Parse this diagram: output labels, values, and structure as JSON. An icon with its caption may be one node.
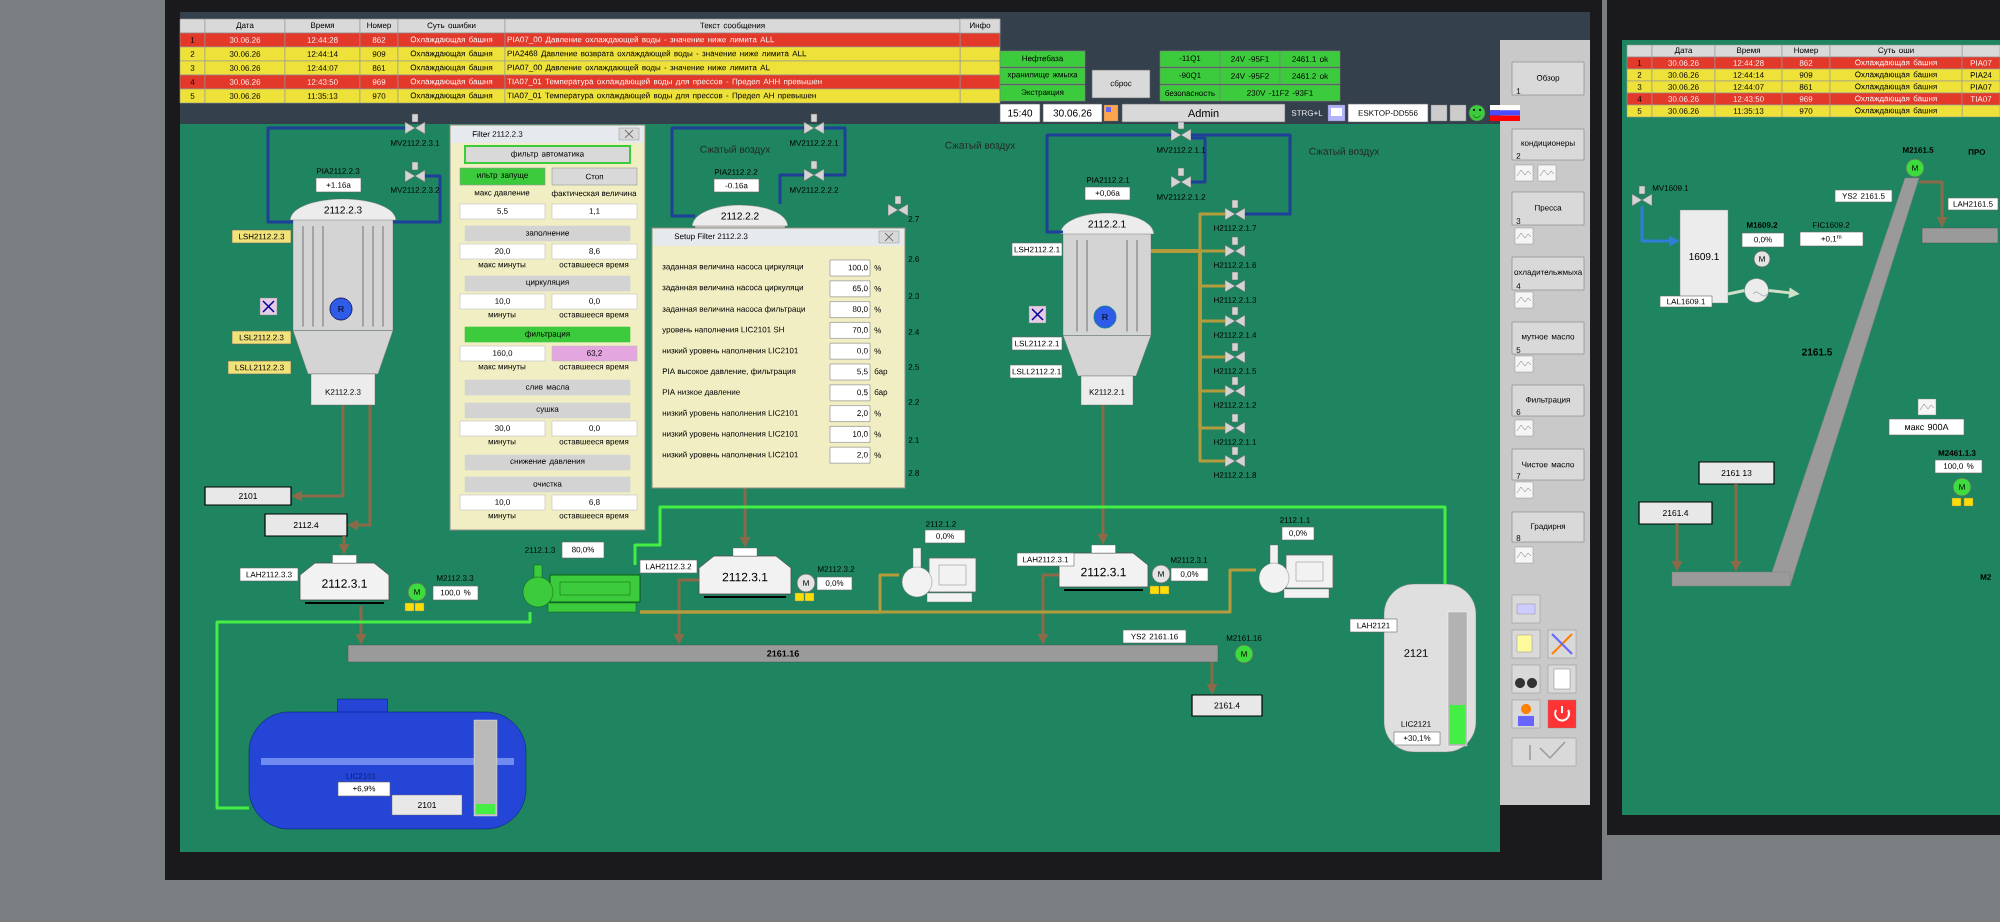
{
  "diagram": {
    "nodes": [
      {
        "text": [
          "2112.2.3"
        ]
      },
      {
        "text": [
          "2112.2.2"
        ]
      },
      {
        "text": [
          "2112.2.1"
        ]
      },
      {
        "text": [
          "2101"
        ]
      },
      {
        "text": [
          "2112.4"
        ]
      },
      {
        "text": [
          "2112.3.1"
        ]
      },
      {
        "text": [
          "2112.3.1"
        ]
      },
      {
        "text": [
          "2112.3.1"
        ]
      },
      {
        "text": [
          "2161.16"
        ]
      },
      {
        "text": [
          "2161.4"
        ]
      },
      {
        "text": [
          "2101"
        ]
      },
      {
        "text": [
          "2121"
        ]
      },
      {
        "text": [
          "1609.1"
        ]
      },
      {
        "text": [
          "2161 13"
        ]
      },
      {
        "text": [
          "2161.4"
        ]
      },
      {
        "text": [],
        "shape": "bar"
      },
      {
        "text": [],
        "shape": "picture"
      },
      {
        "text": [],
        "shape": "picture"
      },
      {
        "text": [],
        "shape": "picture"
      },
      {
        "text": [],
        "shape": "circle"
      },
      {
        "text": [],
        "shape": "bar"
      },
      {
        "text": [],
        "shape": "valve"
      },
      {
        "text": [],
        "shape": "valve"
      },
      {
        "text": [],
        "shape": "valve"
      },
      {
        "text": [],
        "shape": "valve"
      },
      {
        "text": [],
        "shape": "valve"
      },
      {
        "text": [],
        "shape": "valve"
      },
      {
        "text": [],
        "shape": "valve"
      },
      {
        "text": [],
        "shape": "valve"
      },
      {
        "text": [],
        "shape": "valve"
      },
      {
        "text": [],
        "shape": "valve"
      },
      {
        "text": [],
        "shape": "valve"
      },
      {
        "text": [],
        "shape": "valve"
      },
      {
        "text": [],
        "shape": "valve"
      },
      {
        "text": [],
        "shape": "valve"
      },
      {
        "text": [],
        "shape": "valve"
      }
    ],
    "edges": [
      {
        "from": 0,
        "to": 3,
        "arrow": "to"
      },
      {
        "from": 0,
        "to": 4,
        "arrow": "to"
      },
      {
        "from": 4,
        "to": 5,
        "arrow": "to"
      },
      {
        "from": 5,
        "to": 8,
        "arrow": "to"
      },
      {
        "from": 1,
        "to": 6,
        "arrow": "to"
      },
      {
        "from": 6,
        "to": 8,
        "arrow": "to"
      },
      {
        "from": 2,
        "to": 7,
        "arrow": "to"
      },
      {
        "from": 7,
        "to": 8,
        "arrow": "to"
      },
      {
        "from": 8,
        "to": 9,
        "arrow": "to"
      },
      {
        "from": 10,
        "to": 16,
        "arrow": "none",
        "color": "#44ee44"
      },
      {
        "from": 16,
        "to": 11,
        "arrow": "none",
        "color": "#44ee44"
      },
      {
        "from": 14,
        "to": 15,
        "arrow": "to"
      },
      {
        "from": 13,
        "to": 15,
        "arrow": "to"
      },
      {
        "from": 35,
        "to": 12,
        "arrow": "to",
        "color": "#2e7fd6"
      },
      {
        "from": 12,
        "to": 19,
        "arrow": "none",
        "color": "#d0e0c8"
      },
      {
        "from": 19,
        "to": null,
        "arrow": "to",
        "color": "#d0e0c8"
      },
      {
        "from": 15,
        "to": 20,
        "arrow": "to"
      },
      {
        "from": 0,
        "to": 21,
        "arrow": "none",
        "color": "#1f3f99"
      },
      {
        "from": 0,
        "to": 22,
        "arrow": "none",
        "color": "#1f3f99"
      },
      {
        "from": 1,
        "to": 23,
        "arrow": "none",
        "color": "#1f3f99"
      },
      {
        "from": 1,
        "to": 24,
        "arrow": "none",
        "color": "#1f3f99"
      },
      {
        "from": 23,
        "to": 24,
        "arrow": "none",
        "color": "#1f3f99"
      },
      {
        "from": 2,
        "to": 25,
        "arrow": "none",
        "color": "#1f3f99"
      },
      {
        "from": 25,
        "to": 27,
        "arrow": "none",
        "color": "#1f3f99"
      },
      {
        "from": 26,
        "to": 25,
        "arrow": "none",
        "color": "#1f3f99"
      },
      {
        "from": 2,
        "to": 27,
        "arrow": "none",
        "color": "#b49c3c"
      },
      {
        "from": 2,
        "to": 28,
        "arrow": "none",
        "color": "#b49c3c"
      },
      {
        "from": 2,
        "to": 29,
        "arrow": "none",
        "color": "#b49c3c"
      },
      {
        "from": 2,
        "to": 30,
        "arrow": "none",
        "color": "#b49c3c"
      },
      {
        "from": 2,
        "to": 31,
        "arrow": "none",
        "color": "#b49c3c"
      },
      {
        "from": 2,
        "to": 32,
        "arrow": "none",
        "color": "#b49c3c"
      },
      {
        "from": 2,
        "to": 33,
        "arrow": "none",
        "color": "#b49c3c"
      },
      {
        "from": 2,
        "to": 34,
        "arrow": "none",
        "color": "#b49c3c"
      },
      {
        "from": 16,
        "to": 18,
        "arrow": "none",
        "color": "#b49c3c"
      },
      {
        "from": 16,
        "to": 17,
        "arrow": "none",
        "color": "#b49c3c"
      }
    ],
    "labels": [
      "Дата",
      "Время",
      "Номер",
      "Суть ошибки",
      "Текст сообщения",
      "Инфо",
      "1",
      "30.06.26",
      "12:44:28",
      "862",
      "Охлаждающая башня",
      "PIA07_00 Давление охлаждающей воды - значение ниже лимита ALL",
      "2",
      "30.06.26",
      "12:44:14",
      "909",
      "Охлаждающая башня",
      "PIA2468 Давление возврата охлаждающей воды - значение ниже лимита ALL",
      "3",
      "30.06.26",
      "12:44:07",
      "861",
      "Охлаждающая башня",
      "PIA07_00 Давление охлаждающей воды - значение ниже лимита AL",
      "4",
      "30.06.26",
      "12:43:50",
      "969",
      "Охлаждающая башня",
      "TIA07_01 Температура охлаждающей воды для прессов - Предел AHH превышен",
      "5",
      "30.06.26",
      "11:35:13",
      "970",
      "Охлаждающая башня",
      "TIA07_01 Температура охлаждающей воды для прессов - Предел AH превышен",
      "Нефтебаза",
      "хранилище жмыха",
      "Экстракция",
      "сброс",
      "-11Q1",
      "24V -95F1",
      "2461.1 ok",
      "-90Q1",
      "24V -95F2",
      "2461.2 ok",
      "безопасность",
      "230V -11F2 -93F1",
      "15:40",
      "30.06.26",
      "Admin",
      "STRG+L",
      "ESKTOP-DD556",
      "Обзор",
      "1",
      "кондиционеры",
      "2",
      "Пресса",
      "3",
      "охладительжмыха",
      "4",
      "мутное масло",
      "5",
      "Фильтрация",
      "6",
      "Чистое масло",
      "7",
      "Градирня",
      "8",
      "Filter 2112.2.3",
      "фильтр автоматика",
      "ильтр запуще",
      "Стоп",
      "макс давление",
      "фактическая величина",
      "5,5",
      "1,1",
      "заполнение",
      "20,0",
      "8,6",
      "макс минуты",
      "оставшееся время",
      "циркуляция",
      "10,0",
      "0,0",
      "минуты",
      "оставшееся время",
      "фильтрация",
      "160,0",
      "63,2",
      "макс минуты",
      "оставшееся время",
      "слив масла",
      "сушка",
      "30,0",
      "0,0",
      "минуты",
      "оставшееся время",
      "снижение давления",
      "очистка",
      "10,0",
      "6,8",
      "минуты",
      "оставшееся время",
      "Setup Filter 2112.2.3",
      "заданная величина насоса циркуляци",
      "100,0",
      "%",
      "заданная величина насоса циркуляци",
      "65,0",
      "%",
      "заданная величина насоса фильтраци",
      "80,0",
      "%",
      "уровень наполнения LIC2101 SH",
      "70,0",
      "%",
      "низкий уровень наполнения LIC2101",
      "0,0",
      "%",
      "PIA высокое давление, фильтрация",
      "5,5",
      "бар",
      "PIA низкое давление",
      "0,5",
      "бар",
      "низкий уровень наполнения LIC2101",
      "2,0",
      "%",
      "низкий уровень наполнения LIC2101",
      "10,0",
      "%",
      "низкий уровень наполнения LIC2101",
      "2,0",
      "%",
      "Сжатый воздух",
      "MV2112.2.3.1",
      "MV2112.2.3.2",
      "PIA2112.2.3",
      "+1.16a",
      "LSH2112.2.3",
      "LSL2112.2.3",
      "LSLL2112.2.3",
      "K2112.2.3",
      "R",
      "Сжатый воздух",
      "PIA2112.2.2",
      "-0.16a",
      "MV2112.2.2.1",
      "MV2112.2.2.2",
      "2.7",
      "2.6",
      "2.3",
      "2.4",
      "2.5",
      "2.2",
      "2.1",
      "2.8",
      "Сжатый воздух",
      "PIA2112.2.1",
      "+0,06a",
      "MV2112.2.1.1",
      "MV2112.2.1.2",
      "LSH2112.2.1",
      "LSL2112.2.1",
      "LSLL2112.2.1",
      "K2112.2.1",
      "R",
      "H2112.2.1.7",
      "H2112.2.1.6",
      "H2112.2.1.3",
      "H2112.2.1.4",
      "H2112.2.1.5",
      "H2112.2.1.2",
      "H2112.2.1.1",
      "H2112.2.1.8",
      "LAH2112.3.3",
      "M",
      "M2112.3.3",
      "100,0 %",
      "2112.1.3",
      "80,0%",
      "LAH2112.3.2",
      "M",
      "M2112.3.2",
      "0,0%",
      "2112.1.2",
      "0,0%",
      "LAH2112.3.1",
      "M",
      "M2112.3.1",
      "0,0%",
      "2112.1.1",
      "0,0%",
      "YS2 2161.16",
      "M",
      "M2161.16",
      "LIC2101",
      "+6,9%",
      "LAH2121",
      "LIC2121",
      "+30,1%",
      "Дата",
      "Время",
      "Номер",
      "Суть оши",
      "1",
      "30.06.26",
      "12:44:28",
      "862",
      "Охлаждающая башня",
      "PIA07",
      "2",
      "30.06.26",
      "12:44:14",
      "909",
      "Охлаждающая башня",
      "PIA24",
      "3",
      "30.06.26",
      "12:44:07",
      "861",
      "Охлаждающая башня",
      "PIA07",
      "4",
      "30.06.26",
      "12:43:50",
      "969",
      "Охлаждающая башня",
      "TIA07",
      "5",
      "30.06.26",
      "11:35:13",
      "970",
      "Охлаждающая башня",
      "M2161.5",
      "ПРО",
      "M",
      "MV1609.1",
      "YS2 2161.5",
      "LAH2161.5",
      "M1609.2",
      "0,0%",
      "M",
      "FIC1609.2",
      "+0,1$^{m}$",
      "LAL1609.1",
      "2161.5",
      "макс 900A",
      "M2461.1.3",
      "100,0 %",
      "M",
      "M2"
    ]
  }
}
